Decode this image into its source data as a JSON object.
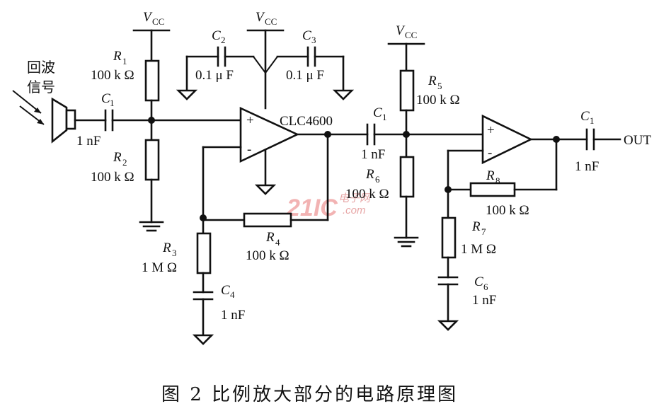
{
  "labels": {
    "echo_line1": "回波",
    "echo_line2": "信号",
    "vcc": "V",
    "vcc_sub": "CC",
    "r1": "R",
    "r1_sub": "1",
    "r1_val": "100 k Ω",
    "r2": "R",
    "r2_sub": "2",
    "r2_val": "100 k Ω",
    "r3": "R",
    "r3_sub": "3",
    "r3_val": "1 M Ω",
    "r4": "R",
    "r4_sub": "4",
    "r4_val": "100 k Ω",
    "r5": "R",
    "r5_sub": "5",
    "r5_val": "100 k Ω",
    "r6": "R",
    "r6_sub": "6",
    "r6_val": "100 k Ω",
    "r7": "R",
    "r7_sub": "7",
    "r7_val": "1 M Ω",
    "r8": "R",
    "r8_sub": "8",
    "r8_val": "100 k Ω",
    "c1": "C",
    "c1_sub": "1",
    "c1_val": "1 nF",
    "c2": "C",
    "c2_sub": "2",
    "c2_val": "0.1  μ F",
    "c3": "C",
    "c3_sub": "3",
    "c3_val": "0.1  μ F",
    "c4": "C",
    "c4_sub": "4",
    "c4_val": "1 nF",
    "c6": "C",
    "c6_sub": "6",
    "c6_val": "1 nF",
    "opamp1": "CLC4600",
    "plus": "+",
    "minus": "-",
    "out": "OUT"
  },
  "watermark": {
    "main": "21IC",
    "sub": "电子网",
    "dotcom": ".com",
    "color_main": "#f2b3b3",
    "color_sub": "#e7a6a6"
  },
  "caption": "图 2   比例放大部分的电路原理图"
}
